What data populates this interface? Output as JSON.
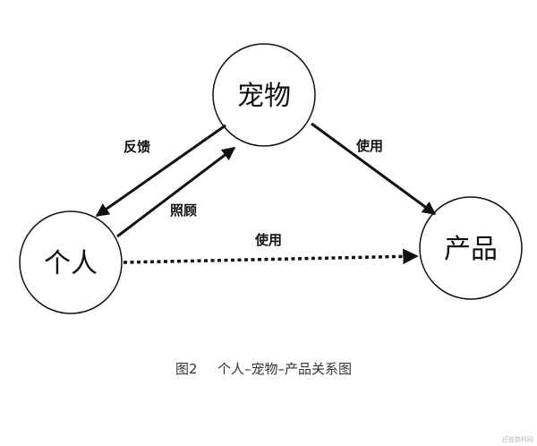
{
  "nodes": {
    "pet": "宠物",
    "person": "个人",
    "product": "产品"
  },
  "edges": {
    "feedback": "反馈",
    "care": "照顾",
    "pet_uses_product": "使用",
    "person_uses_product": "使用"
  },
  "caption": {
    "figure_number": "图2",
    "title": "个人–宠物–产品关系图"
  },
  "watermark": "迈普数科网"
}
